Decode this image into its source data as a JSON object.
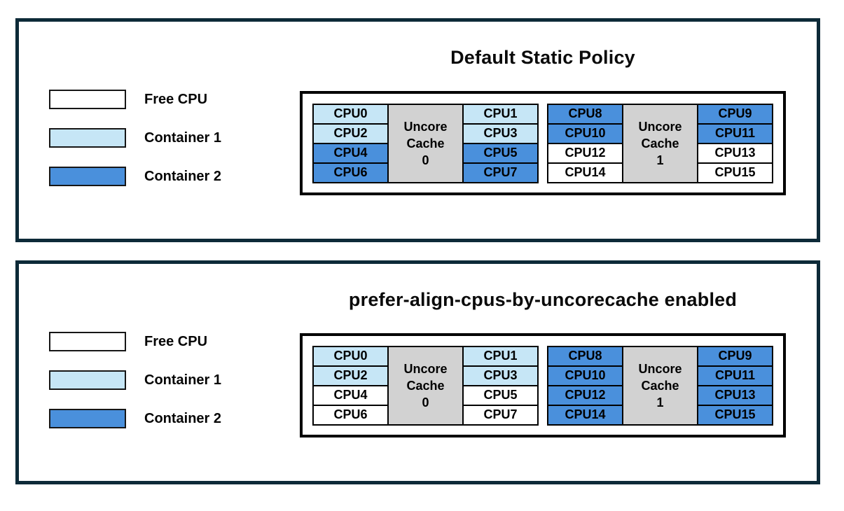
{
  "colors": {
    "free": "#ffffff",
    "container1": "#c6e6f6",
    "container2": "#4a90dc",
    "uncore_cache": "#d2d2d2",
    "frame_border": "#0d2a38",
    "line_black": "#000000"
  },
  "legend": {
    "items": [
      {
        "label": "Free CPU",
        "color_key": "free"
      },
      {
        "label": "Container 1",
        "color_key": "container1"
      },
      {
        "label": "Container 2",
        "color_key": "container2"
      }
    ]
  },
  "panels": [
    {
      "title": "Default Static Policy",
      "groups": [
        {
          "cache_label_lines": [
            "Uncore",
            "Cache",
            "0"
          ],
          "left_cpus": [
            {
              "label": "CPU0",
              "state": "container1"
            },
            {
              "label": "CPU2",
              "state": "container1"
            },
            {
              "label": "CPU4",
              "state": "container2"
            },
            {
              "label": "CPU6",
              "state": "container2"
            }
          ],
          "right_cpus": [
            {
              "label": "CPU1",
              "state": "container1"
            },
            {
              "label": "CPU3",
              "state": "container1"
            },
            {
              "label": "CPU5",
              "state": "container2"
            },
            {
              "label": "CPU7",
              "state": "container2"
            }
          ]
        },
        {
          "cache_label_lines": [
            "Uncore",
            "Cache",
            "1"
          ],
          "left_cpus": [
            {
              "label": "CPU8",
              "state": "container2"
            },
            {
              "label": "CPU10",
              "state": "container2"
            },
            {
              "label": "CPU12",
              "state": "free"
            },
            {
              "label": "CPU14",
              "state": "free"
            }
          ],
          "right_cpus": [
            {
              "label": "CPU9",
              "state": "container2"
            },
            {
              "label": "CPU11",
              "state": "container2"
            },
            {
              "label": "CPU13",
              "state": "free"
            },
            {
              "label": "CPU15",
              "state": "free"
            }
          ]
        }
      ]
    },
    {
      "title": "prefer-align-cpus-by-uncorecache enabled",
      "groups": [
        {
          "cache_label_lines": [
            "Uncore",
            "Cache",
            "0"
          ],
          "left_cpus": [
            {
              "label": "CPU0",
              "state": "container1"
            },
            {
              "label": "CPU2",
              "state": "container1"
            },
            {
              "label": "CPU4",
              "state": "free"
            },
            {
              "label": "CPU6",
              "state": "free"
            }
          ],
          "right_cpus": [
            {
              "label": "CPU1",
              "state": "container1"
            },
            {
              "label": "CPU3",
              "state": "container1"
            },
            {
              "label": "CPU5",
              "state": "free"
            },
            {
              "label": "CPU7",
              "state": "free"
            }
          ]
        },
        {
          "cache_label_lines": [
            "Uncore",
            "Cache",
            "1"
          ],
          "left_cpus": [
            {
              "label": "CPU8",
              "state": "container2"
            },
            {
              "label": "CPU10",
              "state": "container2"
            },
            {
              "label": "CPU12",
              "state": "container2"
            },
            {
              "label": "CPU14",
              "state": "container2"
            }
          ],
          "right_cpus": [
            {
              "label": "CPU9",
              "state": "container2"
            },
            {
              "label": "CPU11",
              "state": "container2"
            },
            {
              "label": "CPU13",
              "state": "container2"
            },
            {
              "label": "CPU15",
              "state": "container2"
            }
          ]
        }
      ]
    }
  ]
}
